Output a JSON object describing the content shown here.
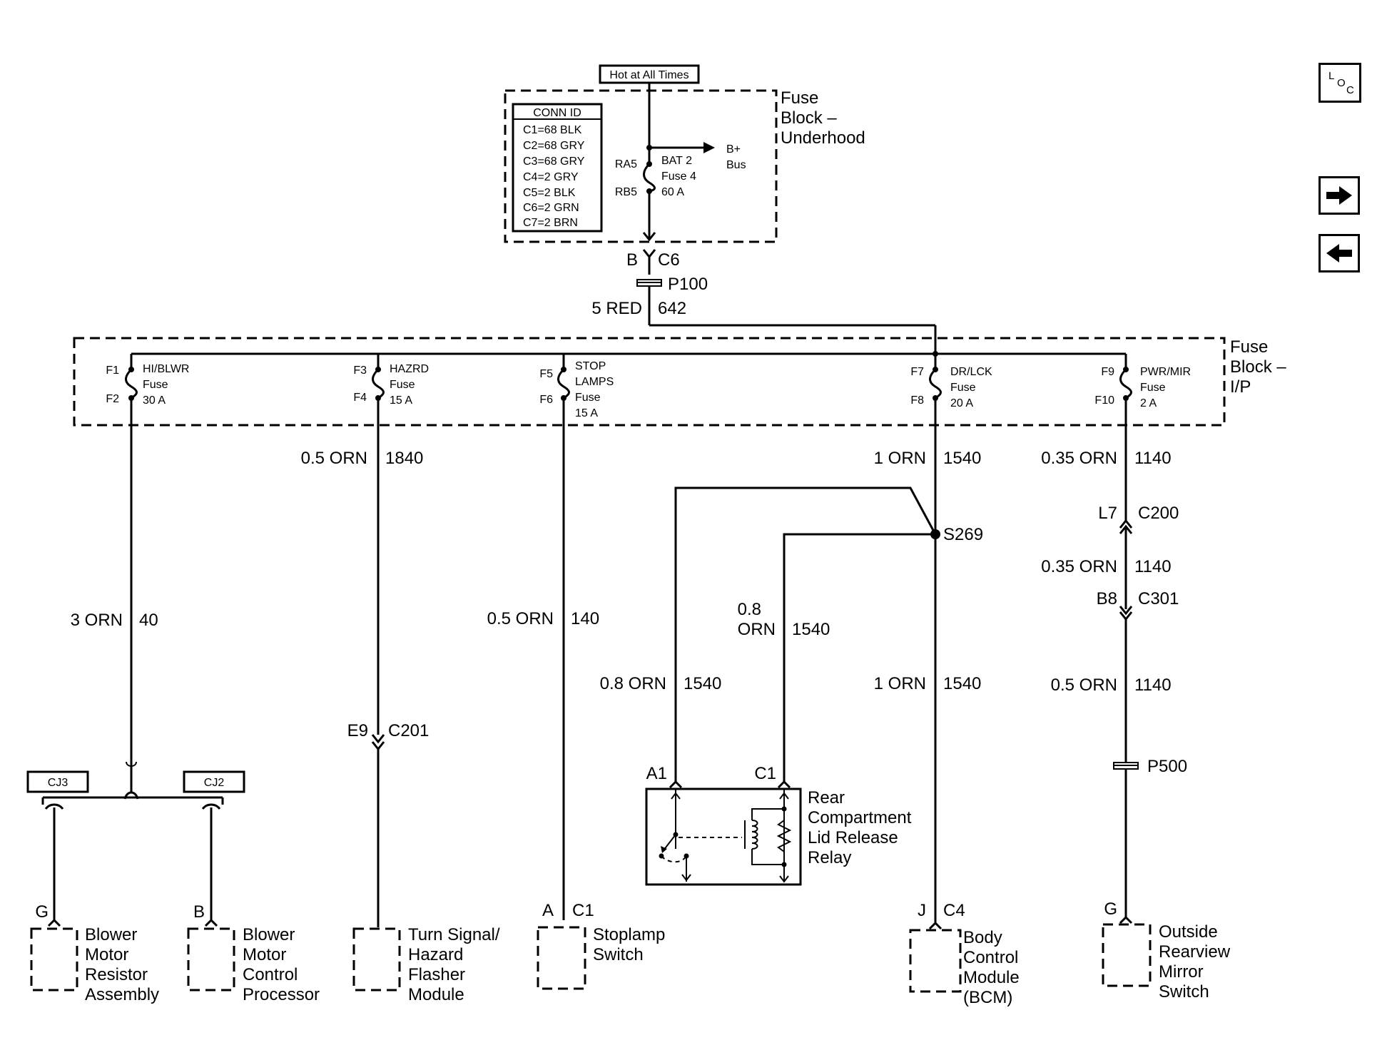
{
  "nav": {
    "loc_icon": "loc-icon",
    "next_icon": "arrow-right-icon",
    "prev_icon": "arrow-left-icon"
  },
  "underhood": {
    "hot_label": "Hot at All Times",
    "title_lines": [
      "Fuse",
      "Block –",
      "Underhood"
    ],
    "conn_id_title": "CONN ID",
    "conn_ids": [
      "C1=68 BLK",
      "C2=68 GRY",
      "C3=68 GRY",
      "C4=2 GRY",
      "C5=2 BLK",
      "C6=2 GRN",
      "C7=2 BRN"
    ],
    "fuse_in": "RA5",
    "fuse_out": "RB5",
    "fuse_lines": [
      "BAT 2",
      "Fuse 4",
      "60 A"
    ],
    "bplus_lines": [
      "B+",
      "Bus"
    ],
    "out_pin": "B",
    "out_conn": "C6"
  },
  "splice_p100": "P100",
  "feed_wire": {
    "gauge": "5 RED",
    "circuit": "642"
  },
  "ip_block": {
    "title_lines": [
      "Fuse",
      "Block –",
      "I/P"
    ],
    "fuses": [
      {
        "in": "F1",
        "out": "F2",
        "lines": [
          "HI/BLWR",
          "Fuse",
          "30 A"
        ]
      },
      {
        "in": "F3",
        "out": "F4",
        "lines": [
          "HAZRD",
          "Fuse",
          "15 A"
        ]
      },
      {
        "in": "F5",
        "out": "F6",
        "lines": [
          "STOP",
          "LAMPS",
          "Fuse",
          "15 A"
        ]
      },
      {
        "in": "F7",
        "out": "F8",
        "lines": [
          "DR/LCK",
          "Fuse",
          "20 A"
        ]
      },
      {
        "in": "F9",
        "out": "F10",
        "lines": [
          "PWR/MIR",
          "Fuse",
          "2 A"
        ]
      }
    ]
  },
  "wires": {
    "w1840": {
      "gauge": "0.5 ORN",
      "circuit": "1840"
    },
    "w1540a": {
      "gauge": "1 ORN",
      "circuit": "1540"
    },
    "w1140a": {
      "gauge": "0.35 ORN",
      "circuit": "1140"
    },
    "w1140b": {
      "gauge": "0.35 ORN",
      "circuit": "1140"
    },
    "w40": {
      "gauge": "3 ORN",
      "circuit": "40"
    },
    "w140": {
      "gauge": "0.5 ORN",
      "circuit": "140"
    },
    "w1540c_gauge_lines": [
      "0.8",
      "ORN"
    ],
    "w1540c_circuit": "1540",
    "w1540b": {
      "gauge": "0.8 ORN",
      "circuit": "1540"
    },
    "w1540d": {
      "gauge": "1 ORN",
      "circuit": "1540"
    },
    "w1140c": {
      "gauge": "0.5 ORN",
      "circuit": "1140"
    }
  },
  "splice_s269": "S269",
  "connectors": {
    "c200": {
      "pin": "L7",
      "conn": "C200"
    },
    "c301": {
      "pin": "B8",
      "conn": "C301"
    },
    "c201": {
      "pin": "E9",
      "conn": "C201"
    },
    "p500": "P500",
    "cj3": "CJ3",
    "cj2": "CJ2"
  },
  "relay": {
    "pin_a": "A1",
    "pin_c": "C1",
    "name_lines": [
      "Rear",
      "Compartment",
      "Lid Release",
      "Relay"
    ]
  },
  "components": [
    {
      "pin": "G",
      "conn": "",
      "lines": [
        "Blower",
        "Motor",
        "Resistor",
        "Assembly"
      ]
    },
    {
      "pin": "B",
      "conn": "",
      "lines": [
        "Blower",
        "Motor",
        "Control",
        "Processor"
      ]
    },
    {
      "pin": "",
      "conn": "",
      "lines": [
        "Turn Signal/",
        "Hazard",
        "Flasher",
        "Module"
      ]
    },
    {
      "pin": "A",
      "conn": "C1",
      "lines": [
        "Stoplamp",
        "Switch"
      ]
    },
    {
      "pin": "J",
      "conn": "C4",
      "lines": [
        "Body",
        "Control",
        "Module",
        "(BCM)"
      ]
    },
    {
      "pin": "G",
      "conn": "",
      "lines": [
        "Outside",
        "Rearview",
        "Mirror",
        "Switch"
      ]
    }
  ]
}
